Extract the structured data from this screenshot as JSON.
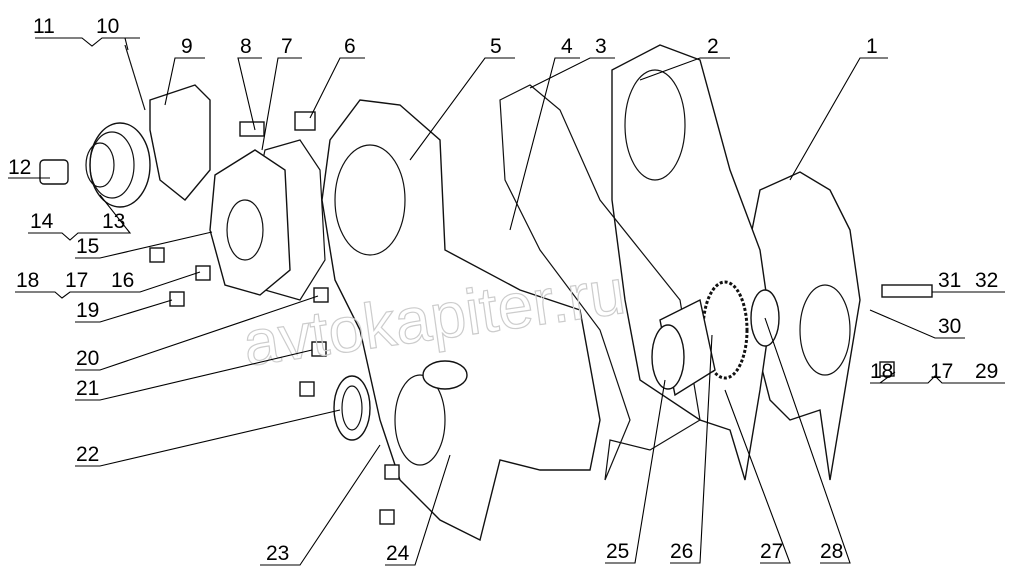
{
  "diagram": {
    "watermark": "avtokapiter.ru",
    "labels": [
      "1",
      "2",
      "3",
      "4",
      "5",
      "6",
      "7",
      "8",
      "9",
      "10",
      "11",
      "12",
      "13",
      "14",
      "15",
      "16",
      "17",
      "18",
      "19",
      "20",
      "21",
      "22",
      "23",
      "24",
      "25",
      "26",
      "27",
      "28",
      "29",
      "30",
      "31",
      "32",
      "17",
      "18"
    ]
  }
}
